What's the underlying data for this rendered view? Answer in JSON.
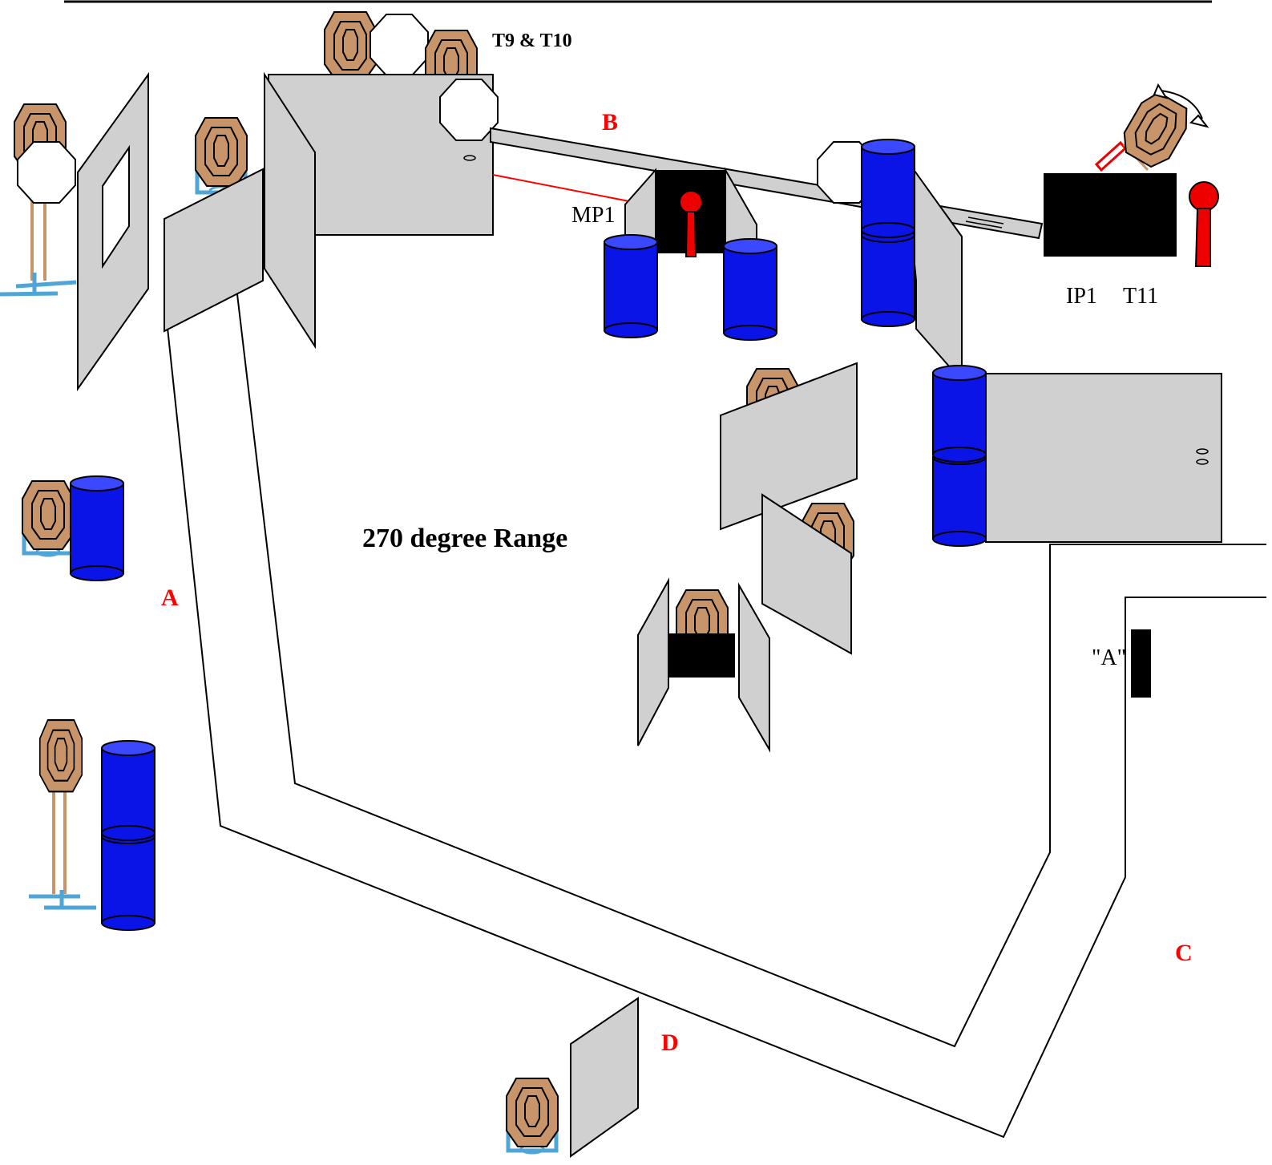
{
  "diagram": {
    "title": "270 degree Range",
    "labels": {
      "t9_t10": "T9 & T10",
      "b": "B",
      "mp1": "MP1",
      "ip1": "IP1",
      "t11": "T11",
      "a": "A",
      "c": "C",
      "d": "D",
      "a_quote": "\"A\""
    },
    "colors": {
      "wall": "#d0d0d0",
      "barrel": "#0a14e6",
      "barrel_top": "#3a48ff",
      "target": "#c8956a",
      "popper": "#ee0000",
      "stand": "#4fa6d6",
      "label_red": "#ff0000"
    }
  }
}
